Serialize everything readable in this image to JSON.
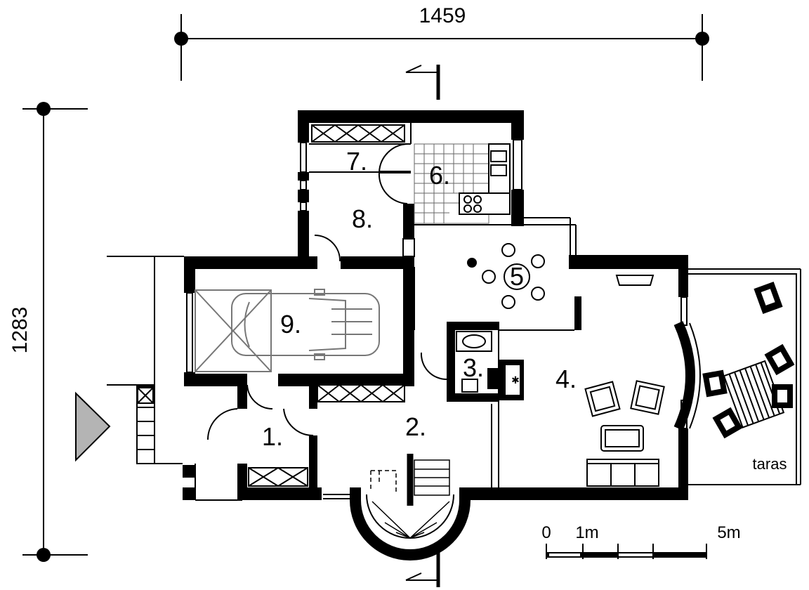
{
  "dimensions": {
    "width_label": "1459",
    "height_label": "1283"
  },
  "rooms": [
    {
      "label": "1."
    },
    {
      "label": "2."
    },
    {
      "label": "3."
    },
    {
      "label": "4."
    },
    {
      "label": "5"
    },
    {
      "label": "6."
    },
    {
      "label": "7."
    },
    {
      "label": "8."
    },
    {
      "label": "9."
    }
  ],
  "terrace_label": "taras",
  "scale_bar": {
    "labels": [
      "0",
      "1m",
      "5m"
    ]
  },
  "colors": {
    "wall": "#000000",
    "furniture": "#555555",
    "entrance_arrow": "#b4b4b4"
  }
}
